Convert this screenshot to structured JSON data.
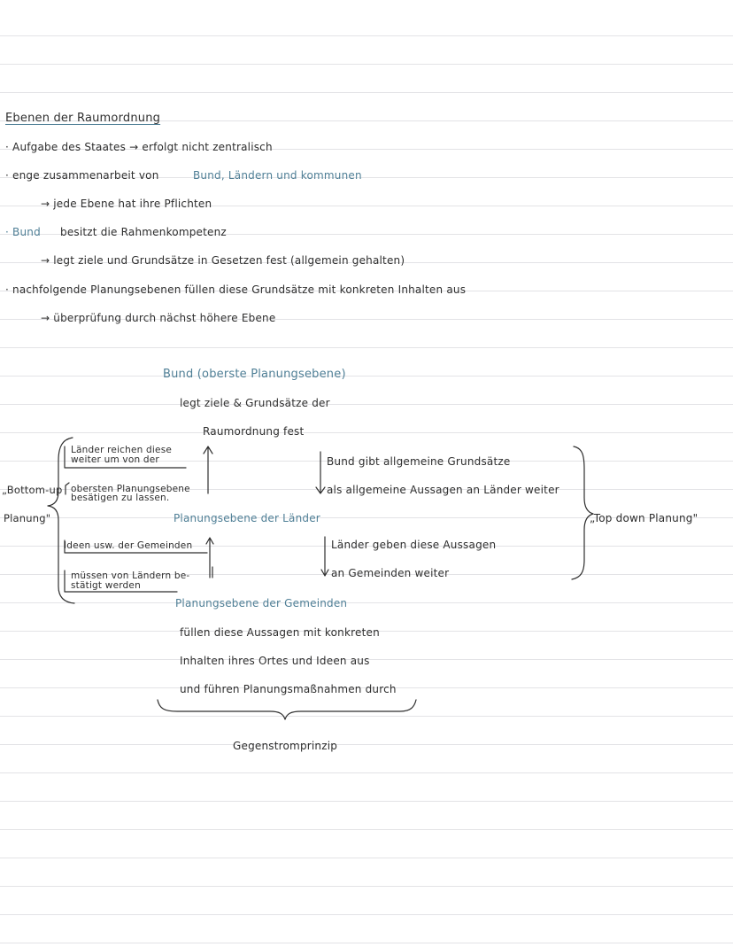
{
  "notes": {
    "title": "Ebenen der Raumordnung",
    "line1": "· Aufgabe des Staates → erfolgt nicht zentralisch",
    "line2_a": "· enge zusammenarbeit von",
    "line2_b": "Bund, Ländern und kommunen",
    "line3": "→ jede Ebene hat ihre Pflichten",
    "line4_a": "· Bund",
    "line4_b": "besitzt die Rahmenkompetenz",
    "line5": "→ legt ziele und Grundsätze in Gesetzen fest (allgemein gehalten)",
    "line6": "· nachfolgende Planungsebenen füllen diese Grundsätze mit konkreten Inhalten aus",
    "line7": "→ überprüfung durch nächst höhere Ebene"
  },
  "diagram": {
    "bund_title": "Bund (oberste Planungsebene)",
    "bund_desc_1": "legt ziele & Grundsätze der",
    "bund_desc_2": "Raumordnung fest",
    "left_note_1a": "Länder reichen diese",
    "left_note_1b": "weiter um von der",
    "left_note_1c": "obersten Planungsebene",
    "left_note_1d": "besätigen zu lassen.",
    "left_label_1": "„Bottom-up",
    "left_label_2": "Planung\"",
    "right_note_1a": "Bund gibt allgemeine Grundsätze",
    "right_note_1b": "als allgemeine Aussagen an Länder weiter",
    "right_label": "„Top down Planung\"",
    "laender_title": "Planungsebene der Länder",
    "left_note_2a": "Ideen usw. der Gemeinden",
    "left_note_2b": "müssen von Ländern be-",
    "left_note_2c": "stätigt werden",
    "right_note_2a": "Länder geben diese Aussagen",
    "right_note_2b": "an Gemeinden weiter",
    "gemeinden_title": "Planungsebene der Gemeinden",
    "gemeinden_desc_1": "füllen diese Aussagen mit konkreten",
    "gemeinden_desc_2": "Inhalten ihres Ortes und Ideen aus",
    "gemeinden_desc_3": "und führen Planungsmaßnahmen durch",
    "principle": "Gegenstromprinzip"
  },
  "colors": {
    "ink": "#2e2e2e",
    "accent_blue": "#4f7f96",
    "ruling": "#e3e3e6"
  }
}
